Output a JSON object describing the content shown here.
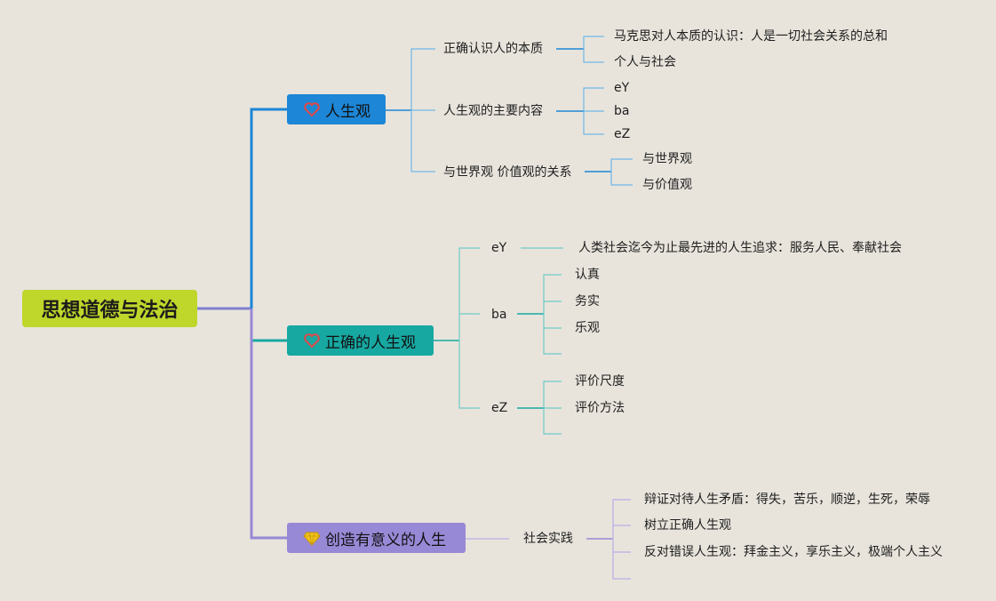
{
  "root": {
    "label": "思想道德与法治"
  },
  "branches": [
    {
      "label": "人生观",
      "icon": "heart-icon",
      "color": "#1d86d6",
      "children": [
        {
          "label": "正确认识人的本质",
          "children": [
            "马克思对人本质的认识：人是一切社会关系的总和",
            "个人与社会"
          ]
        },
        {
          "label": "人生观的主要内容",
          "children": [
            "eY",
            "ba",
            "eZ"
          ]
        },
        {
          "label": "与世界观 价值观的关系",
          "children": [
            "与世界观",
            "与价值观"
          ]
        }
      ]
    },
    {
      "label": "正确的人生观",
      "icon": "heart-icon",
      "color": "#17a8a2",
      "children": [
        {
          "label": "eY",
          "children": [
            "人类社会迄今为止最先进的人生追求：服务人民、奉献社会"
          ]
        },
        {
          "label": "ba",
          "children": [
            "认真",
            "务实",
            "乐观"
          ]
        },
        {
          "label": "eZ",
          "children": [
            "评价尺度",
            "评价方法"
          ]
        }
      ]
    },
    {
      "label": "创造有意义的人生",
      "icon": "diamond-icon",
      "color": "#9889d6",
      "children": [
        {
          "label": "社会实践",
          "children": [
            "辩证对待人生矛盾：得失，苦乐，顺逆，生死，荣辱",
            "树立正确人生观",
            "反对错误人生观：拜金主义，享乐主义，极端个人主义"
          ]
        }
      ]
    }
  ]
}
